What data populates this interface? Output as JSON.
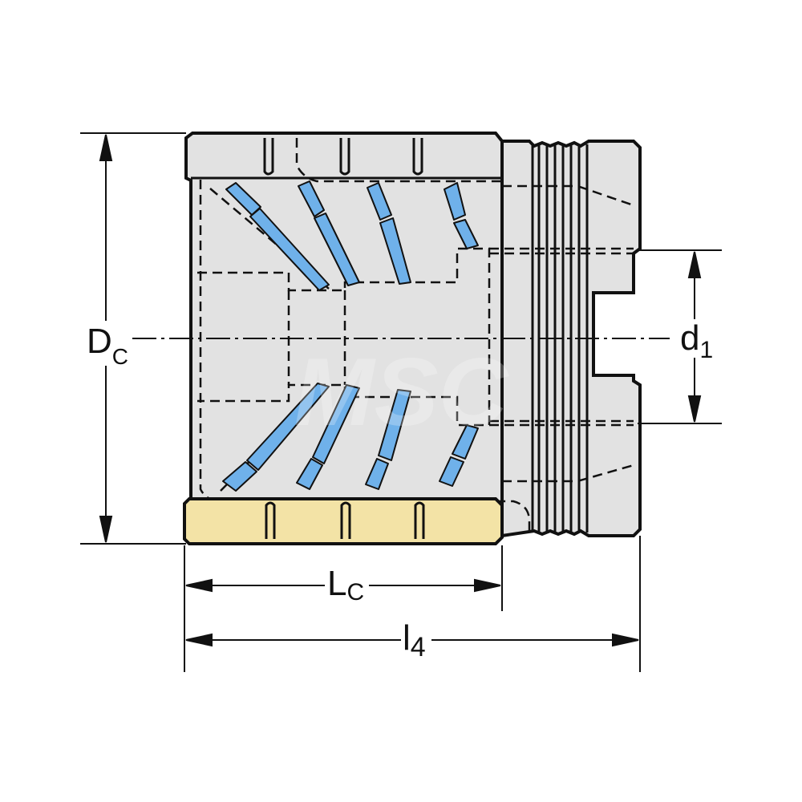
{
  "colors": {
    "body_fill": "#e2e2e2",
    "outline": "#111111",
    "coolant_channel": "#6fb1ea",
    "insert_strip": "#f3e3a6",
    "background": "#ffffff"
  },
  "dimensions": {
    "dc": {
      "main": "D",
      "sub": "C"
    },
    "d1": {
      "main": "d",
      "sub": "1"
    },
    "lc": {
      "main": "L",
      "sub": "C"
    },
    "l4": {
      "main": "l",
      "sub": "4"
    }
  },
  "watermark": "MSC"
}
